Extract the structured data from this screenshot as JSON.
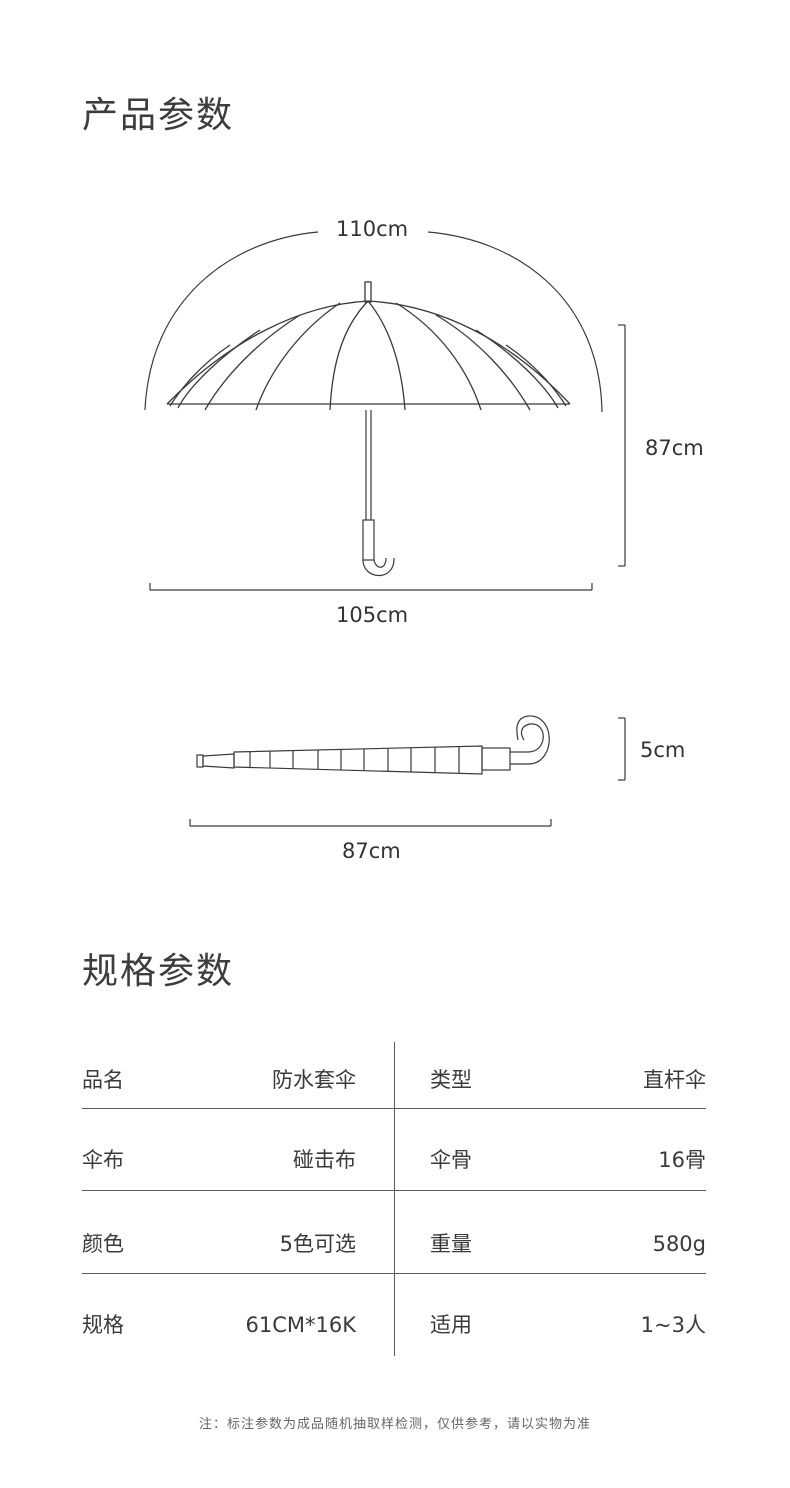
{
  "product_section": {
    "title": "产品参数"
  },
  "open_umbrella": {
    "arc_width": "110cm",
    "height": "87cm",
    "width": "105cm"
  },
  "closed_umbrella": {
    "diameter": "5cm",
    "length": "87cm"
  },
  "spec_section": {
    "title": "规格参数",
    "rows": [
      {
        "left_label": "品名",
        "left_value": "防水套伞",
        "right_label": "类型",
        "right_value": "直杆伞"
      },
      {
        "left_label": "伞布",
        "left_value": "碰击布",
        "right_label": "伞骨",
        "right_value": "16骨"
      },
      {
        "left_label": "颜色",
        "left_value": "5色可选",
        "right_label": "重量",
        "right_value": "580g"
      },
      {
        "left_label": "规格",
        "left_value": "61CM*16K",
        "right_label": "适用",
        "right_value": "1~3人"
      }
    ]
  },
  "footnote": "注：标注参数为成品随机抽取样检测，仅供参考，请以实物为准",
  "colors": {
    "line": "#3a3a3a",
    "text": "#333333"
  }
}
